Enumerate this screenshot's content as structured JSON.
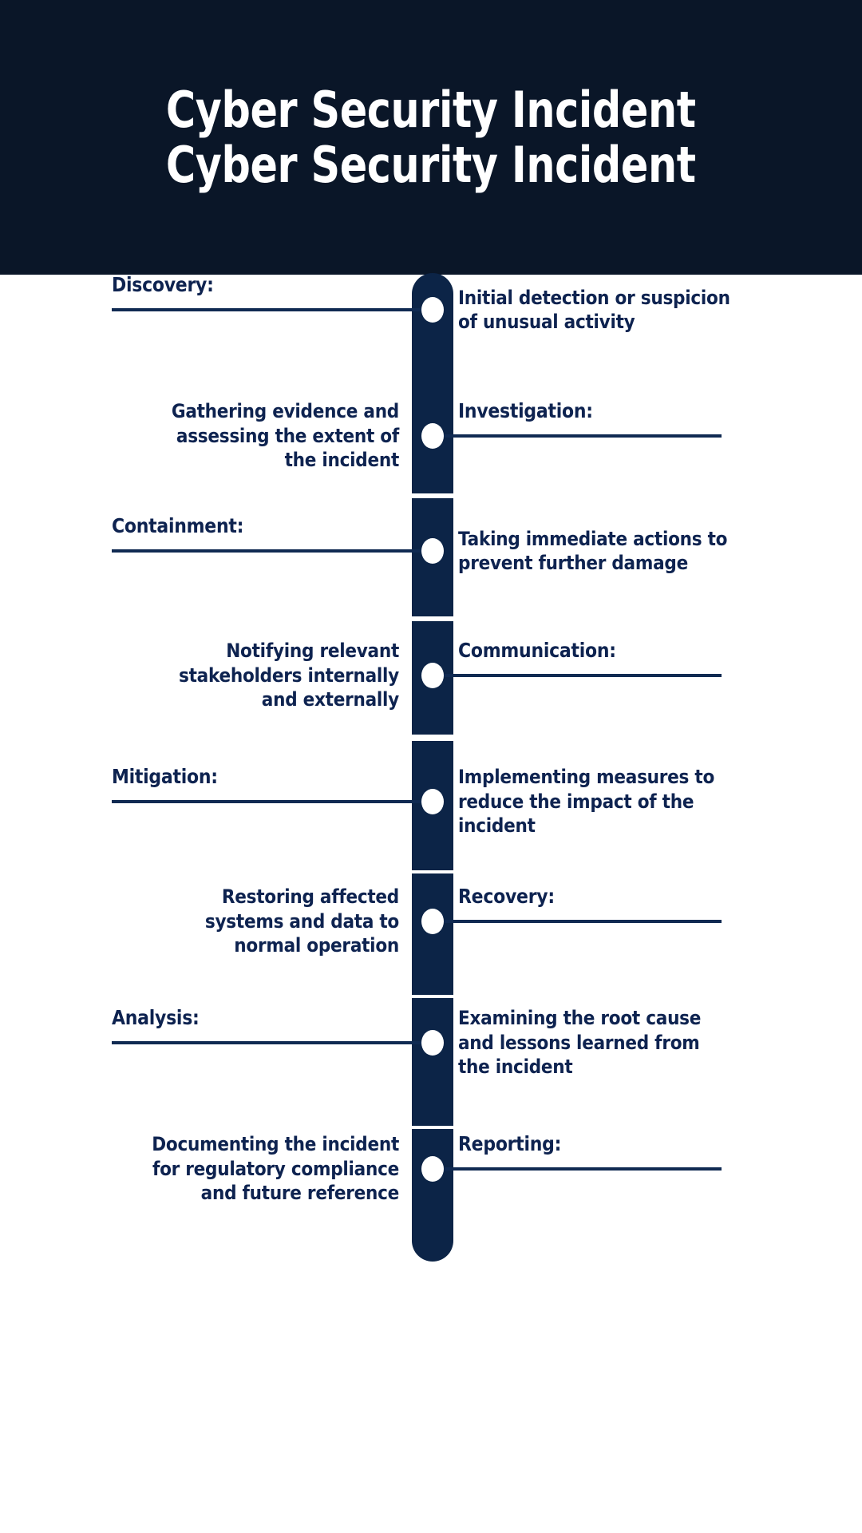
{
  "header": {
    "title_line_1": "Cyber Security Incident",
    "title_line_2": "Cyber Security Incident",
    "background_color": "#0a1628",
    "text_color": "#ffffff"
  },
  "theme": {
    "spine_color": "#0c2447",
    "accent_color": "#102a52",
    "text_color": "#0e2350",
    "node_color": "#ffffff",
    "page_background": "#ffffff"
  },
  "timeline": {
    "steps": [
      {
        "index": 1,
        "label": "Discovery:",
        "description": "Initial detection or suspicion of unusual activity",
        "label_side": "left",
        "description_side": "right"
      },
      {
        "index": 2,
        "label": "Investigation:",
        "description": "Gathering evidence and assessing the extent of the incident",
        "label_side": "right",
        "description_side": "left"
      },
      {
        "index": 3,
        "label": "Containment:",
        "description": "Taking immediate actions to prevent further damage",
        "label_side": "left",
        "description_side": "right"
      },
      {
        "index": 4,
        "label": "Communication:",
        "description": "Notifying relevant stakeholders internally and externally",
        "label_side": "right",
        "description_side": "left"
      },
      {
        "index": 5,
        "label": "Mitigation:",
        "description": "Implementing measures to reduce the impact of the incident",
        "label_side": "left",
        "description_side": "right"
      },
      {
        "index": 6,
        "label": "Recovery:",
        "description": "Restoring affected systems and data to normal operation",
        "label_side": "right",
        "description_side": "left"
      },
      {
        "index": 7,
        "label": "Analysis:",
        "description": "Examining the root cause and lessons learned from the incident",
        "label_side": "left",
        "description_side": "right"
      },
      {
        "index": 8,
        "label": "Reporting:",
        "description": "Documenting the incident for regulatory compliance and future reference",
        "label_side": "right",
        "description_side": "left"
      }
    ]
  }
}
